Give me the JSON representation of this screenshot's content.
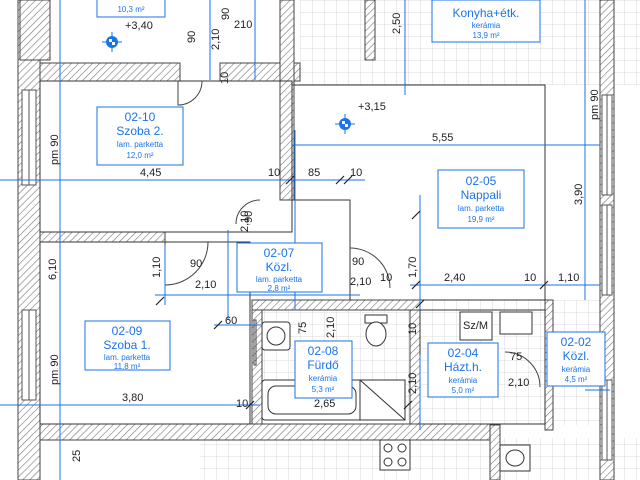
{
  "rooms": [
    {
      "id": "02-10",
      "name": "Szoba 2.",
      "material": "lam. parketta",
      "area": "12,0 m²"
    },
    {
      "id": "02-05",
      "name": "Nappali",
      "material": "lam. parketta",
      "area": "19,9 m²"
    },
    {
      "id": "02-07",
      "name": "Közl.",
      "material": "lam. parketta",
      "area": "2,8 m²"
    },
    {
      "id": "02-09",
      "name": "Szoba 1.",
      "material": "lam. parketta",
      "area": "11,8 m²"
    },
    {
      "id": "02-08",
      "name": "Fürdő",
      "material": "kerámia",
      "area": "5,3 m²"
    },
    {
      "id": "02-04",
      "name": "Házt.h.",
      "material": "kerámia",
      "area": "5,0 m²"
    },
    {
      "id": "02-02",
      "name": "Közl.",
      "material": "kerámia",
      "area": "4,5 m²"
    },
    {
      "id": "",
      "name": "Konyha+étk.",
      "material": "kerámia",
      "area": "13,9 m²"
    },
    {
      "id": "",
      "name": "",
      "material": "",
      "area": "10,3 m²"
    }
  ],
  "levels": [
    "+3,40",
    "+3,15"
  ],
  "dimensions": [
    "4,45",
    "5,55",
    "3,80",
    "2,40",
    "2,65",
    "1,10",
    "1,70",
    "6,10",
    "3,90",
    "2,50",
    "2,10",
    "10",
    "85",
    "90",
    "210",
    "60",
    "75",
    "25",
    "pm 90",
    "pm 90",
    "pm 90",
    "1,10"
  ],
  "fixtures": [
    "Sz/M"
  ],
  "colors": {
    "wall": "#555555",
    "hatch": "#888888",
    "annotation": "#1a73e8",
    "dim": "#222222"
  }
}
